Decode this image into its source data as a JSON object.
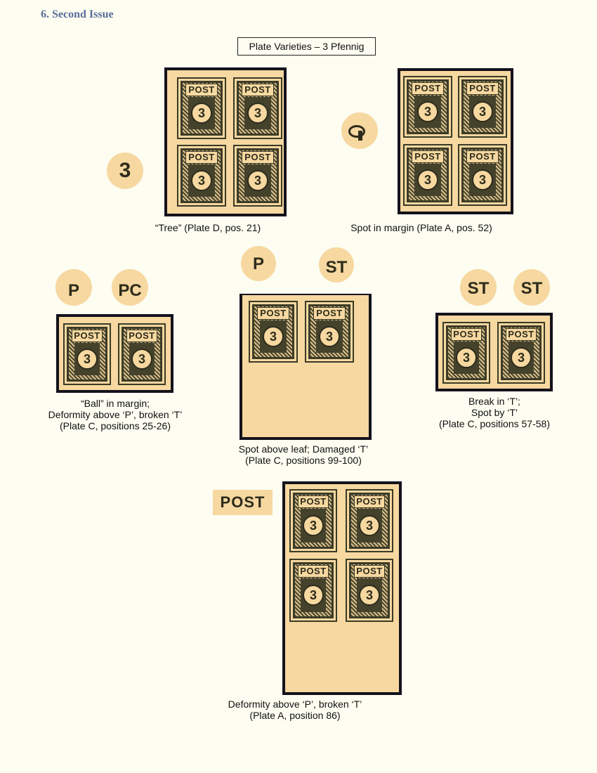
{
  "page": {
    "section_heading": "6. Second Issue",
    "title": "Plate Varieties – 3 Pfennig"
  },
  "stamp": {
    "word": "POST",
    "value": "3"
  },
  "colors": {
    "paper": "#f6d8a0",
    "ink": "#3d3b27",
    "mount": "#14121c",
    "page": "#fdfdf1",
    "heading": "#5a6e9c"
  },
  "exhibits": [
    {
      "id": "tree",
      "lines": [
        "“Tree” (Plate D, pos. 21)"
      ],
      "zoom": "3"
    },
    {
      "id": "spot-margin",
      "lines": [
        "Spot in margin (Plate A, pos. 52)"
      ]
    },
    {
      "id": "ball",
      "lines": [
        "“Ball” in margin;",
        "Deformity above ‘P’, broken ‘T’",
        "(Plate C, positions 25-26)"
      ],
      "zooms": [
        "P",
        "PC"
      ]
    },
    {
      "id": "spot-leaf",
      "lines": [
        "Spot above leaf; Damaged ‘T’",
        "(Plate C, positions 99-100)"
      ],
      "zooms": [
        "P",
        "ST"
      ]
    },
    {
      "id": "break-t",
      "lines": [
        "Break in ‘T’;",
        "Spot by ‘T’",
        "(Plate C, positions 57-58)"
      ],
      "zooms": [
        "ST",
        "ST"
      ]
    },
    {
      "id": "deformity-p",
      "lines": [
        "Deformity above ‘P’, broken ‘T’",
        "(Plate A, position 86)"
      ],
      "zoom": "POST"
    }
  ]
}
